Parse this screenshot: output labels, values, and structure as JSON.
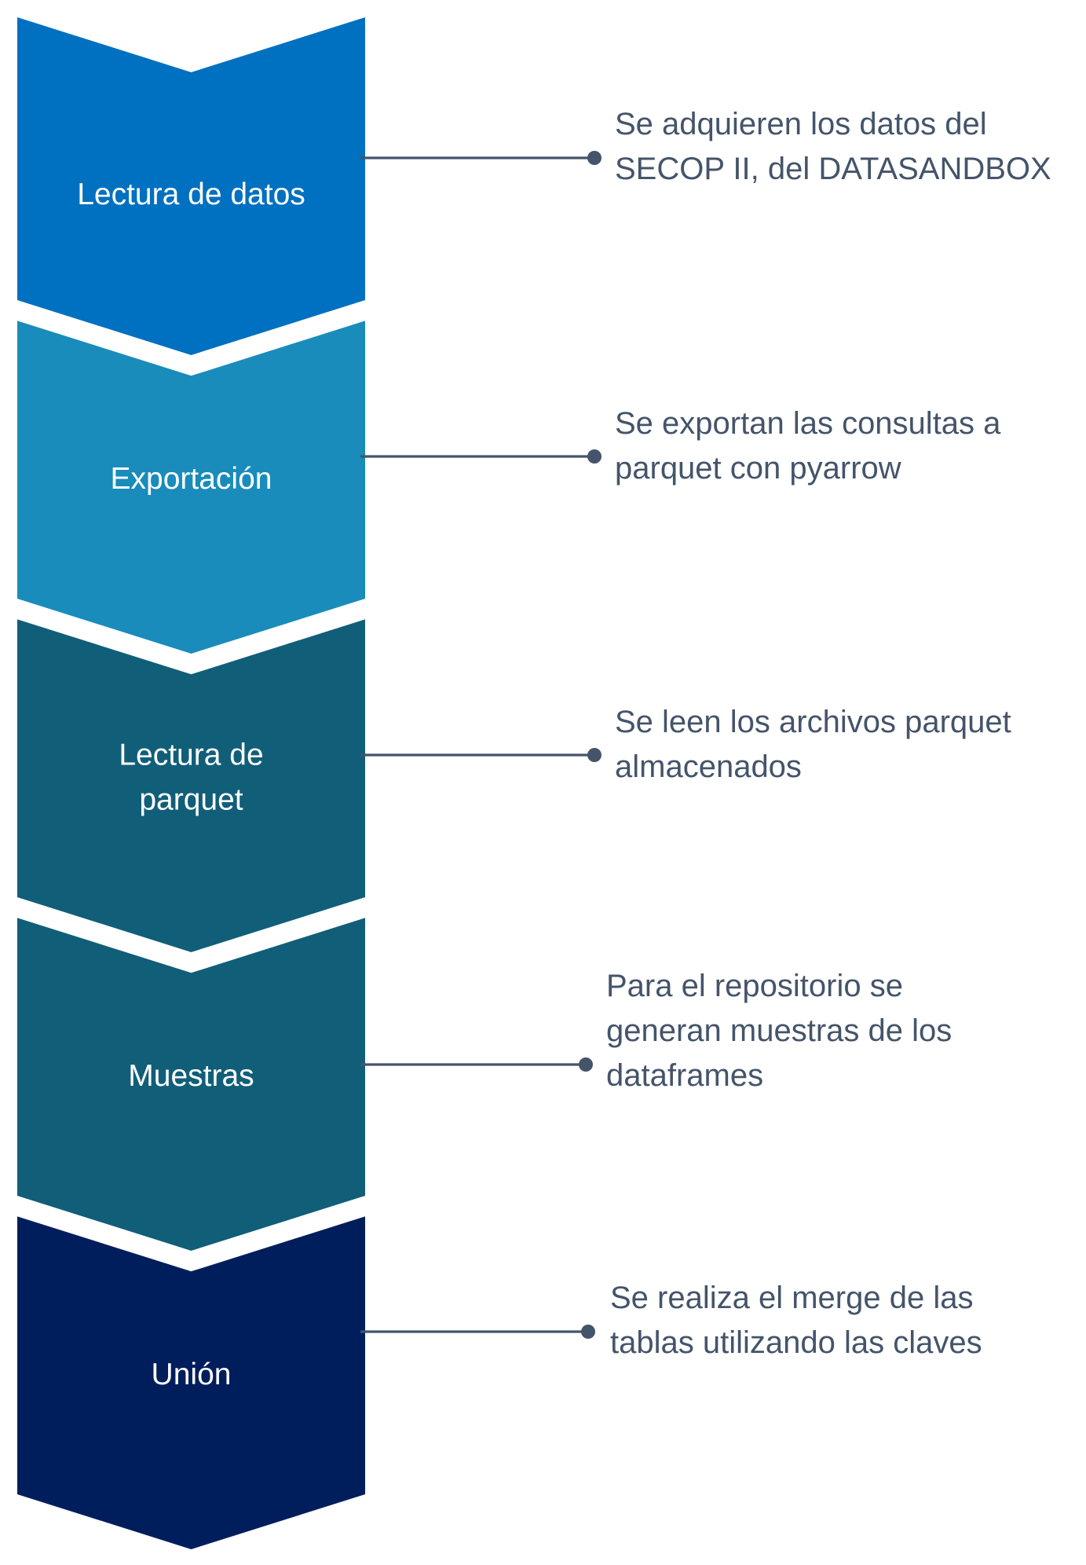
{
  "colors": {
    "connector": "#44546a",
    "description_text": "#44546a",
    "label_text": "#ffffff"
  },
  "steps": [
    {
      "label": [
        "Lectura de datos"
      ],
      "color": "#0070c0",
      "description": [
        "Se adquieren los datos del",
        "SECOP II, del DATASANDBOX"
      ]
    },
    {
      "label": [
        "Exportación"
      ],
      "color": "#198cbb",
      "description": [
        "Se exportan las consultas a",
        "parquet con pyarrow"
      ]
    },
    {
      "label": [
        "Lectura de",
        "parquet"
      ],
      "color": "#115e79",
      "description": [
        "Se leen los archivos parquet",
        "almacenados"
      ]
    },
    {
      "label": [
        "Muestras"
      ],
      "color": "#115e79",
      "description": [
        "Para el repositorio se",
        "generan muestras de los",
        "dataframes"
      ]
    },
    {
      "label": [
        "Unión"
      ],
      "color": "#011e5c",
      "description": [
        "Se realiza el merge de las",
        "tablas utilizando las claves"
      ]
    }
  ]
}
